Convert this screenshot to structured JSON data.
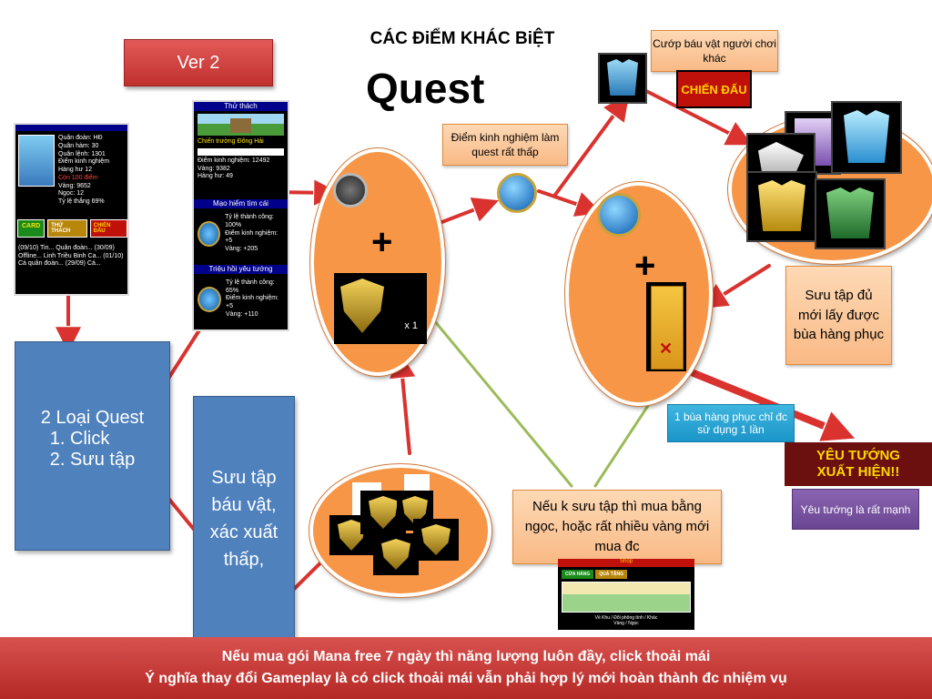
{
  "header": {
    "title": "CÁC ĐiỂM KHÁC BiỆT",
    "subtitle": "Quest",
    "version": "Ver 2"
  },
  "notes": {
    "rob_treasure": "Cướp báu vật người chơi khác",
    "battle_button": "CHIẾN ĐẤU",
    "low_exp": "Điểm kinh nghiệm làm quest rất thấp",
    "collect_enough": "Sưu tập đủ mới lấy được bùa hàng phục",
    "charm_once": "1 bùa hàng phục chỉ đc sử dụng 1 lần",
    "general_appears": "YÊU TƯỚNG XUẤT HIỆN!!",
    "general_strong": "Yêu tướng là rất mạnh",
    "buy_with_gems": "Nếu k sưu tập thì mua bằng ngọc, hoặc rất nhiều vàng mới mua đc"
  },
  "quest_types": {
    "title": "2 Loại Quest",
    "items": [
      "Click",
      "Sưu tập"
    ]
  },
  "collect_box": "Sưu tập báu vật, xác xuất thấp,",
  "shield_count": "x 1",
  "plus_sign": "+",
  "footer": {
    "line1": "Nếu mua gói Mana free 7 ngày thì năng lượng luôn đầy, click thoải mái",
    "line2": "Ý nghĩa thay đổi Gameplay là có click thoải mái vẫn phải hợp lý mới hoàn thành đc nhiệm vụ"
  },
  "mini_screen_left": {
    "buttons": [
      "CARD",
      "THỬ THÁCH",
      "CHIẾN ĐẤU"
    ]
  },
  "mini_screen_mid": {
    "banner1": "Thử thách",
    "banner2": "Mạo hiểm tìm cái",
    "banner3": "Triệu hồi yêu tướng"
  },
  "shop_screen": {
    "banner": "Shop",
    "tab1": "CỬA HÀNG",
    "tab2": "QUÀ TẶNG"
  },
  "colors": {
    "ellipse": "#f79646",
    "blue_box": "#4f81bd",
    "red_banner": "#c0302e",
    "arrow_red": "#d9322f",
    "arrow_green": "#9bbb59"
  }
}
